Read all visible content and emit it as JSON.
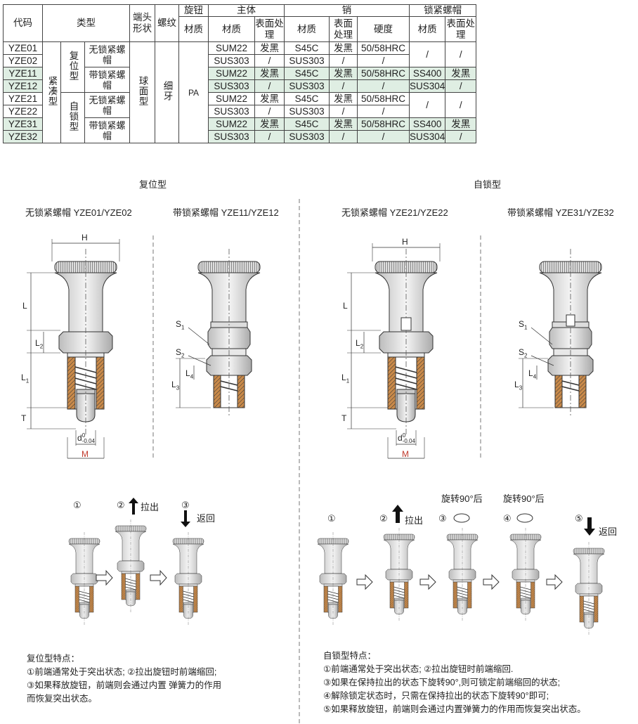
{
  "table": {
    "headers": {
      "code": "代码",
      "type": "类型",
      "head_shape": "端头形状",
      "thread": "螺纹",
      "knob": "旋钮",
      "body": "主体",
      "pin": "销",
      "locknut": "锁紧螺帽",
      "material": "材质",
      "surface": "表面处理",
      "hardness": "硬度"
    },
    "type_compact": "紧凑型",
    "type_return": "复位型",
    "type_self_lock": "自锁型",
    "no_locknut": "无锁紧螺帽",
    "with_locknut": "带锁紧螺帽",
    "head_shape_value": "球面型",
    "thread_value": "细牙",
    "knob_material": "PA",
    "rows": [
      {
        "code": "YZE01",
        "body_mat": "SUM22",
        "body_surf": "发黑",
        "pin_mat": "S45C",
        "pin_surf": "发黑",
        "pin_hard": "50/58HRC",
        "nut_mat": "/",
        "nut_surf": "/"
      },
      {
        "code": "YZE02",
        "body_mat": "SUS303",
        "body_surf": "/",
        "pin_mat": "SUS303",
        "pin_surf": "/",
        "pin_hard": "/",
        "nut_mat": "",
        "nut_surf": ""
      },
      {
        "code": "YZE11",
        "body_mat": "SUM22",
        "body_surf": "发黑",
        "pin_mat": "S45C",
        "pin_surf": "发黑",
        "pin_hard": "50/58HRC",
        "nut_mat": "SS400",
        "nut_surf": "发黑"
      },
      {
        "code": "YZE12",
        "body_mat": "SUS303",
        "body_surf": "/",
        "pin_mat": "SUS303",
        "pin_surf": "/",
        "pin_hard": "/",
        "nut_mat": "SUS304",
        "nut_surf": "/"
      },
      {
        "code": "YZE21",
        "body_mat": "SUM22",
        "body_surf": "发黑",
        "pin_mat": "S45C",
        "pin_surf": "发黑",
        "pin_hard": "50/58HRC",
        "nut_mat": "/",
        "nut_surf": "/"
      },
      {
        "code": "YZE22",
        "body_mat": "SUS303",
        "body_surf": "/",
        "pin_mat": "SUS303",
        "pin_surf": "/",
        "pin_hard": "/",
        "nut_mat": "",
        "nut_surf": ""
      },
      {
        "code": "YZE31",
        "body_mat": "SUM22",
        "body_surf": "发黑",
        "pin_mat": "S45C",
        "pin_surf": "发黑",
        "pin_hard": "50/58HRC",
        "nut_mat": "SS400",
        "nut_surf": "发黑"
      },
      {
        "code": "YZE32",
        "body_mat": "SUS303",
        "body_surf": "/",
        "pin_mat": "SUS303",
        "pin_surf": "/",
        "pin_hard": "/",
        "nut_mat": "SUS304",
        "nut_surf": "/"
      }
    ]
  },
  "sections": {
    "return_title": "复位型",
    "self_lock_title": "自锁型",
    "d1_title": "无锁紧螺帽 YZE01/YZE02",
    "d2_title": "带锁紧螺帽 YZE11/YZE12",
    "d3_title": "无锁紧螺帽 YZE21/YZE22",
    "d4_title": "带锁紧螺帽 YZE31/YZE32"
  },
  "dims": {
    "H": "H",
    "L": "L",
    "L1": "L",
    "L1_sub": "1",
    "L2": "L",
    "L2_sub": "2",
    "L3": "L",
    "L3_sub": "3",
    "L4": "L",
    "L4_sub": "4",
    "T": "T",
    "d": "d",
    "d_sup": "0",
    "d_sub": "-0.04",
    "M": "M",
    "S1": "S",
    "S1_sub": "1",
    "S2": "S",
    "S2_sub": "2"
  },
  "steps": {
    "s1": "①",
    "s2": "②",
    "s3": "③",
    "s4": "④",
    "s5": "⑤",
    "pull": "拉出",
    "back": "返回",
    "rotate": "旋转90°后"
  },
  "features": {
    "return_title": "复位型特点：",
    "return_lines": [
      "①前端通常处于突出状态; ②拉出旋钮时前端缩回;",
      "③如果释放旋钮，前端则会通过内置 弹簧力的作用",
      "而恢复突出状态。"
    ],
    "self_title": "自锁型特点：",
    "self_lines": [
      "①前端通常处于突出状态; ②拉出旋钮时前端缩回.",
      "③如果在保持拉出的状态下旋转90°,则可锁定前端缩回的状态;",
      "④解除锁定状态时，只需在保持拉出的状态下旋转90°即可;",
      "⑤如果释放旋钮，前端则会通过内置弹簧力的作用而恢复突出状态。"
    ]
  },
  "colors": {
    "green_row": "#dfeee3",
    "dim_red": "#c0392b",
    "line": "#333333"
  }
}
